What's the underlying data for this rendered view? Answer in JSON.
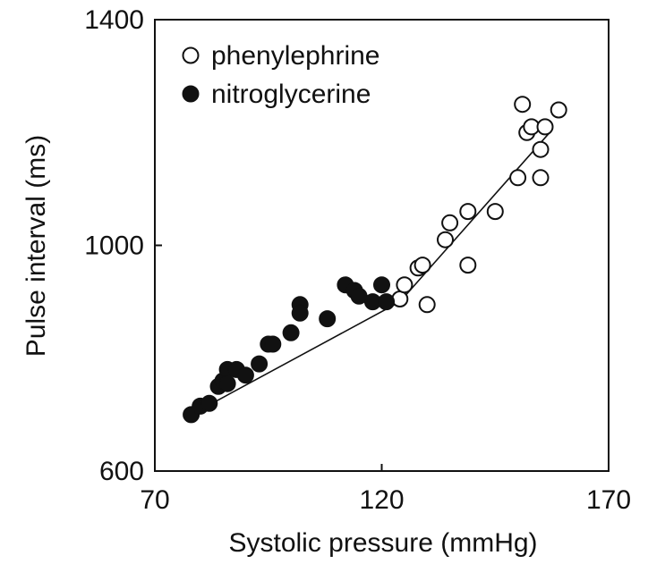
{
  "chart_data": {
    "type": "scatter",
    "xlabel": "Systolic pressure (mmHg)",
    "ylabel": "Pulse interval (ms)",
    "xlim": [
      70,
      170
    ],
    "ylim": [
      600,
      1400
    ],
    "xticks": [
      70,
      120,
      170
    ],
    "yticks": [
      600,
      1000,
      1400
    ],
    "grid": false,
    "legend_position": "top-left",
    "series": [
      {
        "name": "phenylephrine",
        "marker": "open-circle",
        "color": "#111111",
        "points": [
          [
            124,
            905
          ],
          [
            125,
            930
          ],
          [
            128,
            960
          ],
          [
            129,
            965
          ],
          [
            130,
            895
          ],
          [
            134,
            1010
          ],
          [
            135,
            1040
          ],
          [
            139,
            1060
          ],
          [
            139,
            965
          ],
          [
            145,
            1060
          ],
          [
            150,
            1120
          ],
          [
            151,
            1250
          ],
          [
            152,
            1200
          ],
          [
            153,
            1210
          ],
          [
            155,
            1170
          ],
          [
            155,
            1120
          ],
          [
            156,
            1210
          ],
          [
            159,
            1240
          ]
        ]
      },
      {
        "name": "nitroglycerine",
        "marker": "filled-circle",
        "color": "#111111",
        "points": [
          [
            78,
            700
          ],
          [
            80,
            715
          ],
          [
            82,
            720
          ],
          [
            84,
            750
          ],
          [
            85,
            760
          ],
          [
            86,
            780
          ],
          [
            86,
            755
          ],
          [
            88,
            780
          ],
          [
            90,
            770
          ],
          [
            93,
            790
          ],
          [
            95,
            825
          ],
          [
            96,
            825
          ],
          [
            100,
            845
          ],
          [
            102,
            895
          ],
          [
            102,
            880
          ],
          [
            108,
            870
          ],
          [
            112,
            930
          ],
          [
            114,
            920
          ],
          [
            115,
            910
          ],
          [
            118,
            900
          ],
          [
            120,
            930
          ],
          [
            121,
            900
          ]
        ]
      }
    ],
    "fit_line": {
      "color": "#111111",
      "points": [
        [
          78,
          700
        ],
        [
          124,
          900
        ],
        [
          157,
          1200
        ]
      ]
    }
  }
}
